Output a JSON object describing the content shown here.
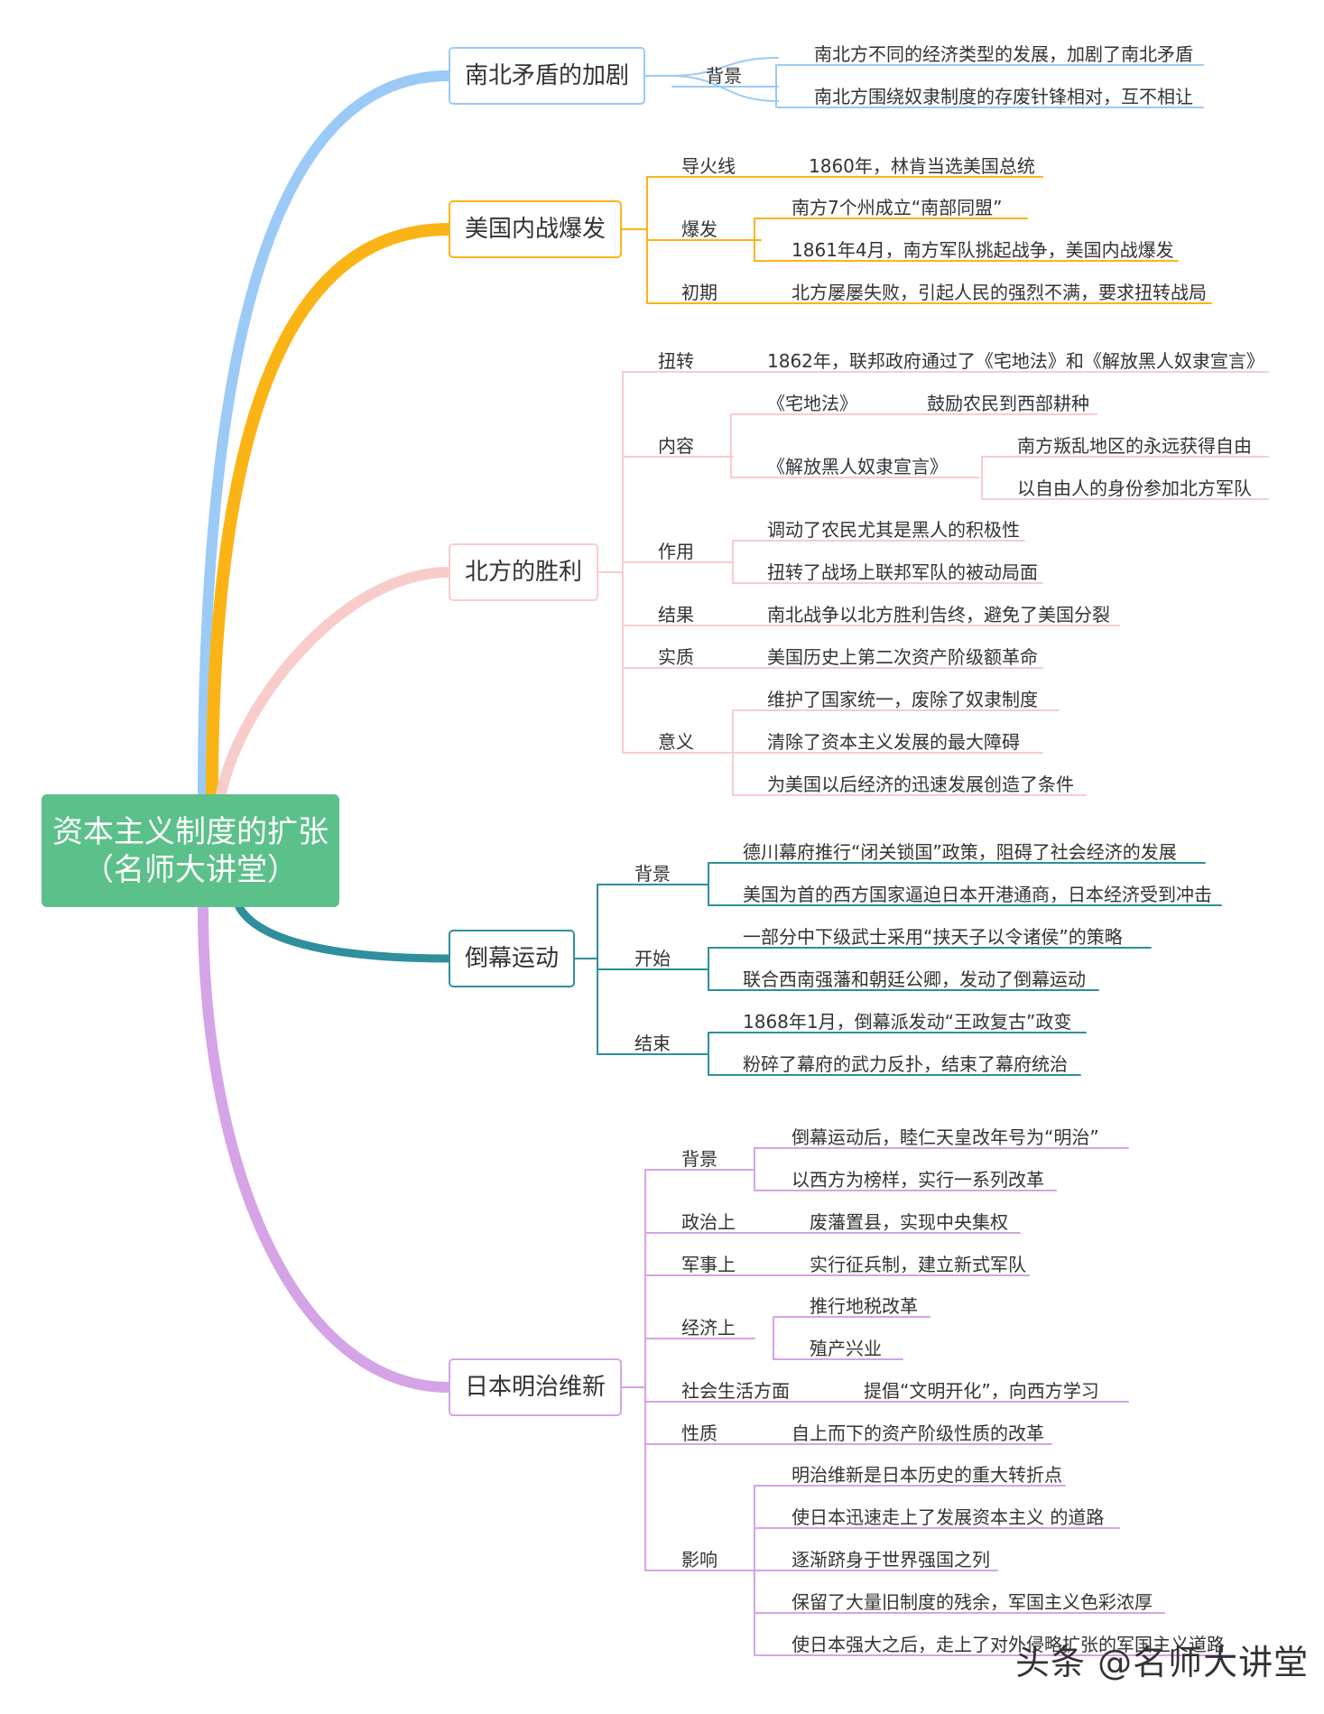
{
  "root": {
    "line1": "资本主义制度的扩张",
    "line2": "（名师大讲堂）"
  },
  "watermark": "头条 @名师大讲堂",
  "colors": {
    "blue": "#9ccaf6",
    "orange": "#fbb416",
    "pink": "#f9cccc",
    "teal": "#2f8f9d",
    "purple": "#d5a4e6",
    "root": "#5cc08a"
  },
  "branches": [
    {
      "label": "南北矛盾的加剧",
      "groups": [
        {
          "label": "背景",
          "items": [
            "南北方不同的经济类型的发展，加剧了南北矛盾",
            "南北方围绕奴隶制度的存废针锋相对，互不相让"
          ]
        }
      ]
    },
    {
      "label": "美国内战爆发",
      "groups": [
        {
          "label": "导火线",
          "items": [
            "1860年，林肯当选美国总统"
          ]
        },
        {
          "label": "爆发",
          "items": [
            "南方7个州成立“南部同盟”",
            "1861年4月，南方军队挑起战争，美国内战爆发"
          ]
        },
        {
          "label": "初期",
          "items": [
            "北方屡屡失败，引起人民的强烈不满，要求扭转战局"
          ]
        }
      ]
    },
    {
      "label": "北方的胜利",
      "groups": [
        {
          "label": "扭转",
          "items": [
            "1862年，联邦政府通过了《宅地法》和《解放黑人奴隶宣言》"
          ]
        },
        {
          "label": "内容",
          "items": [
            "《宅地法》",
            "鼓励农民到西部耕种",
            "《解放黑人奴隶宣言》",
            "南方叛乱地区的永远获得自由",
            "以自由人的身份参加北方军队"
          ]
        },
        {
          "label": "作用",
          "items": [
            "调动了农民尤其是黑人的积极性",
            "扭转了战场上联邦军队的被动局面"
          ]
        },
        {
          "label": "结果",
          "items": [
            "南北战争以北方胜利告终，避免了美国分裂"
          ]
        },
        {
          "label": "实质",
          "items": [
            "美国历史上第二次资产阶级额革命"
          ]
        },
        {
          "label": "意义",
          "items": [
            "维护了国家统一，废除了奴隶制度",
            "清除了资本主义发展的最大障碍",
            "为美国以后经济的迅速发展创造了条件"
          ]
        }
      ]
    },
    {
      "label": "倒幕运动",
      "groups": [
        {
          "label": "背景",
          "items": [
            "德川幕府推行“闭关锁国”政策，阻碍了社会经济的发展",
            "美国为首的西方国家逼迫日本开港通商，日本经济受到冲击"
          ]
        },
        {
          "label": "开始",
          "items": [
            "一部分中下级武士采用“挟天子以令诸侯”的策略",
            "联合西南强藩和朝廷公卿，发动了倒幕运动"
          ]
        },
        {
          "label": "结束",
          "items": [
            "1868年1月，倒幕派发动“王政复古”政变",
            "粉碎了幕府的武力反扑，结束了幕府统治"
          ]
        }
      ]
    },
    {
      "label": "日本明治维新",
      "groups": [
        {
          "label": "背景",
          "items": [
            "倒幕运动后，睦仁天皇改年号为“明治”",
            "以西方为榜样，实行一系列改革"
          ]
        },
        {
          "label": "政治上",
          "items": [
            "废藩置县，实现中央集权"
          ]
        },
        {
          "label": "军事上",
          "items": [
            "实行征兵制，建立新式军队"
          ]
        },
        {
          "label": "经济上",
          "items": [
            "推行地税改革",
            "殖产兴业"
          ]
        },
        {
          "label": "社会生活方面",
          "items": [
            "提倡“文明开化”，向西方学习"
          ]
        },
        {
          "label": "性质",
          "items": [
            "自上而下的资产阶级性质的改革"
          ]
        },
        {
          "label": "影响",
          "items": [
            "明治维新是日本历史的重大转折点",
            "使日本迅速走上了发展资本主义 的道路",
            "逐渐跻身于世界强国之列",
            "保留了大量旧制度的残余，军国主义色彩浓厚",
            "使日本强大之后，走上了对外侵略扩张的军国主义道路"
          ]
        }
      ]
    }
  ]
}
